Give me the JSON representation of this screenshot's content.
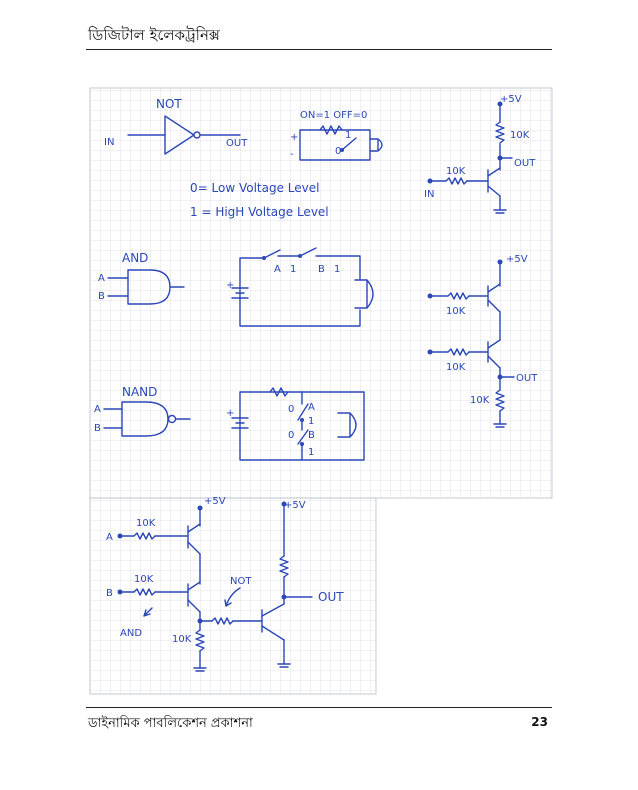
{
  "header": {
    "title": "ডিজিটাল ইলেকট্রনিক্স"
  },
  "footer": {
    "publisher": "ডাইনামিক পাবলিকেশন প্রকাশনা",
    "page_number": "23"
  },
  "sketch": {
    "not_gate": {
      "title": "NOT",
      "in": "IN",
      "out": "OUT"
    },
    "switch_key": {
      "label": "ON=1  OFF=0",
      "one": "1",
      "zero": "0",
      "plus": "+",
      "minus": "-"
    },
    "levels": {
      "low": "0= Low Voltage Level",
      "high": "1 = HigH Voltage Level"
    },
    "transistor_not": {
      "vcc": "+5V",
      "rc": "10K",
      "out": "OUT",
      "rb": "10K",
      "in": "IN"
    },
    "and_gate": {
      "title": "AND",
      "a": "A",
      "b": "B"
    },
    "and_switch": {
      "a": "A",
      "a1": "1",
      "b": "B",
      "b1": "1",
      "plus": "+"
    },
    "transistor_and": {
      "vcc": "+5V",
      "r1": "10K",
      "r2": "10K",
      "out": "OUT",
      "re": "10K"
    },
    "nand_gate": {
      "title": "NAND",
      "a": "A",
      "b": "B"
    },
    "nand_switch": {
      "zero_a": "0",
      "a": "A",
      "one_a": "1",
      "zero_b": "0",
      "b": "B",
      "one_b": "1",
      "plus": "+"
    },
    "transistor_nand": {
      "vcc1": "+5V",
      "vcc2": "+5V",
      "a": "A",
      "b": "B",
      "ra": "10K",
      "rb": "10K",
      "and": "AND",
      "not": "NOT",
      "re": "10K",
      "out": "OUT"
    }
  }
}
